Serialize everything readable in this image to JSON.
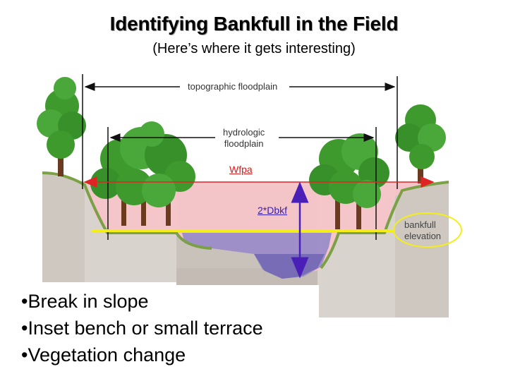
{
  "slide": {
    "title": "Identifying Bankfull in the Field",
    "subtitle": "(Here’s where it gets interesting)"
  },
  "diagram": {
    "labels": {
      "topographic_floodplain": "topographic floodplain",
      "hydrologic_line1": "hydrologic",
      "hydrologic_line2": "floodplain",
      "wfpa": "Wfpa",
      "dbkf": "2*Dbkf",
      "bankfull_line1": "bankfull",
      "bankfull_line2": "elevation"
    },
    "colors": {
      "flood_zone": "#f6c4c8",
      "water": "#8f86c9",
      "ground": "#d7d1cc",
      "bank_fill": "#bfb8b0",
      "tree_green": "#3e9a2c",
      "tree_trunk": "#6b3b1f",
      "wfpa_line": "#e02424",
      "dbkf_arrow": "#4a1fb8",
      "bankfull_line": "#f3ee1a",
      "arrow_black": "#111111"
    }
  },
  "bullets": [
    "•Break in slope",
    "•Inset bench or small terrace",
    "•Vegetation change"
  ]
}
